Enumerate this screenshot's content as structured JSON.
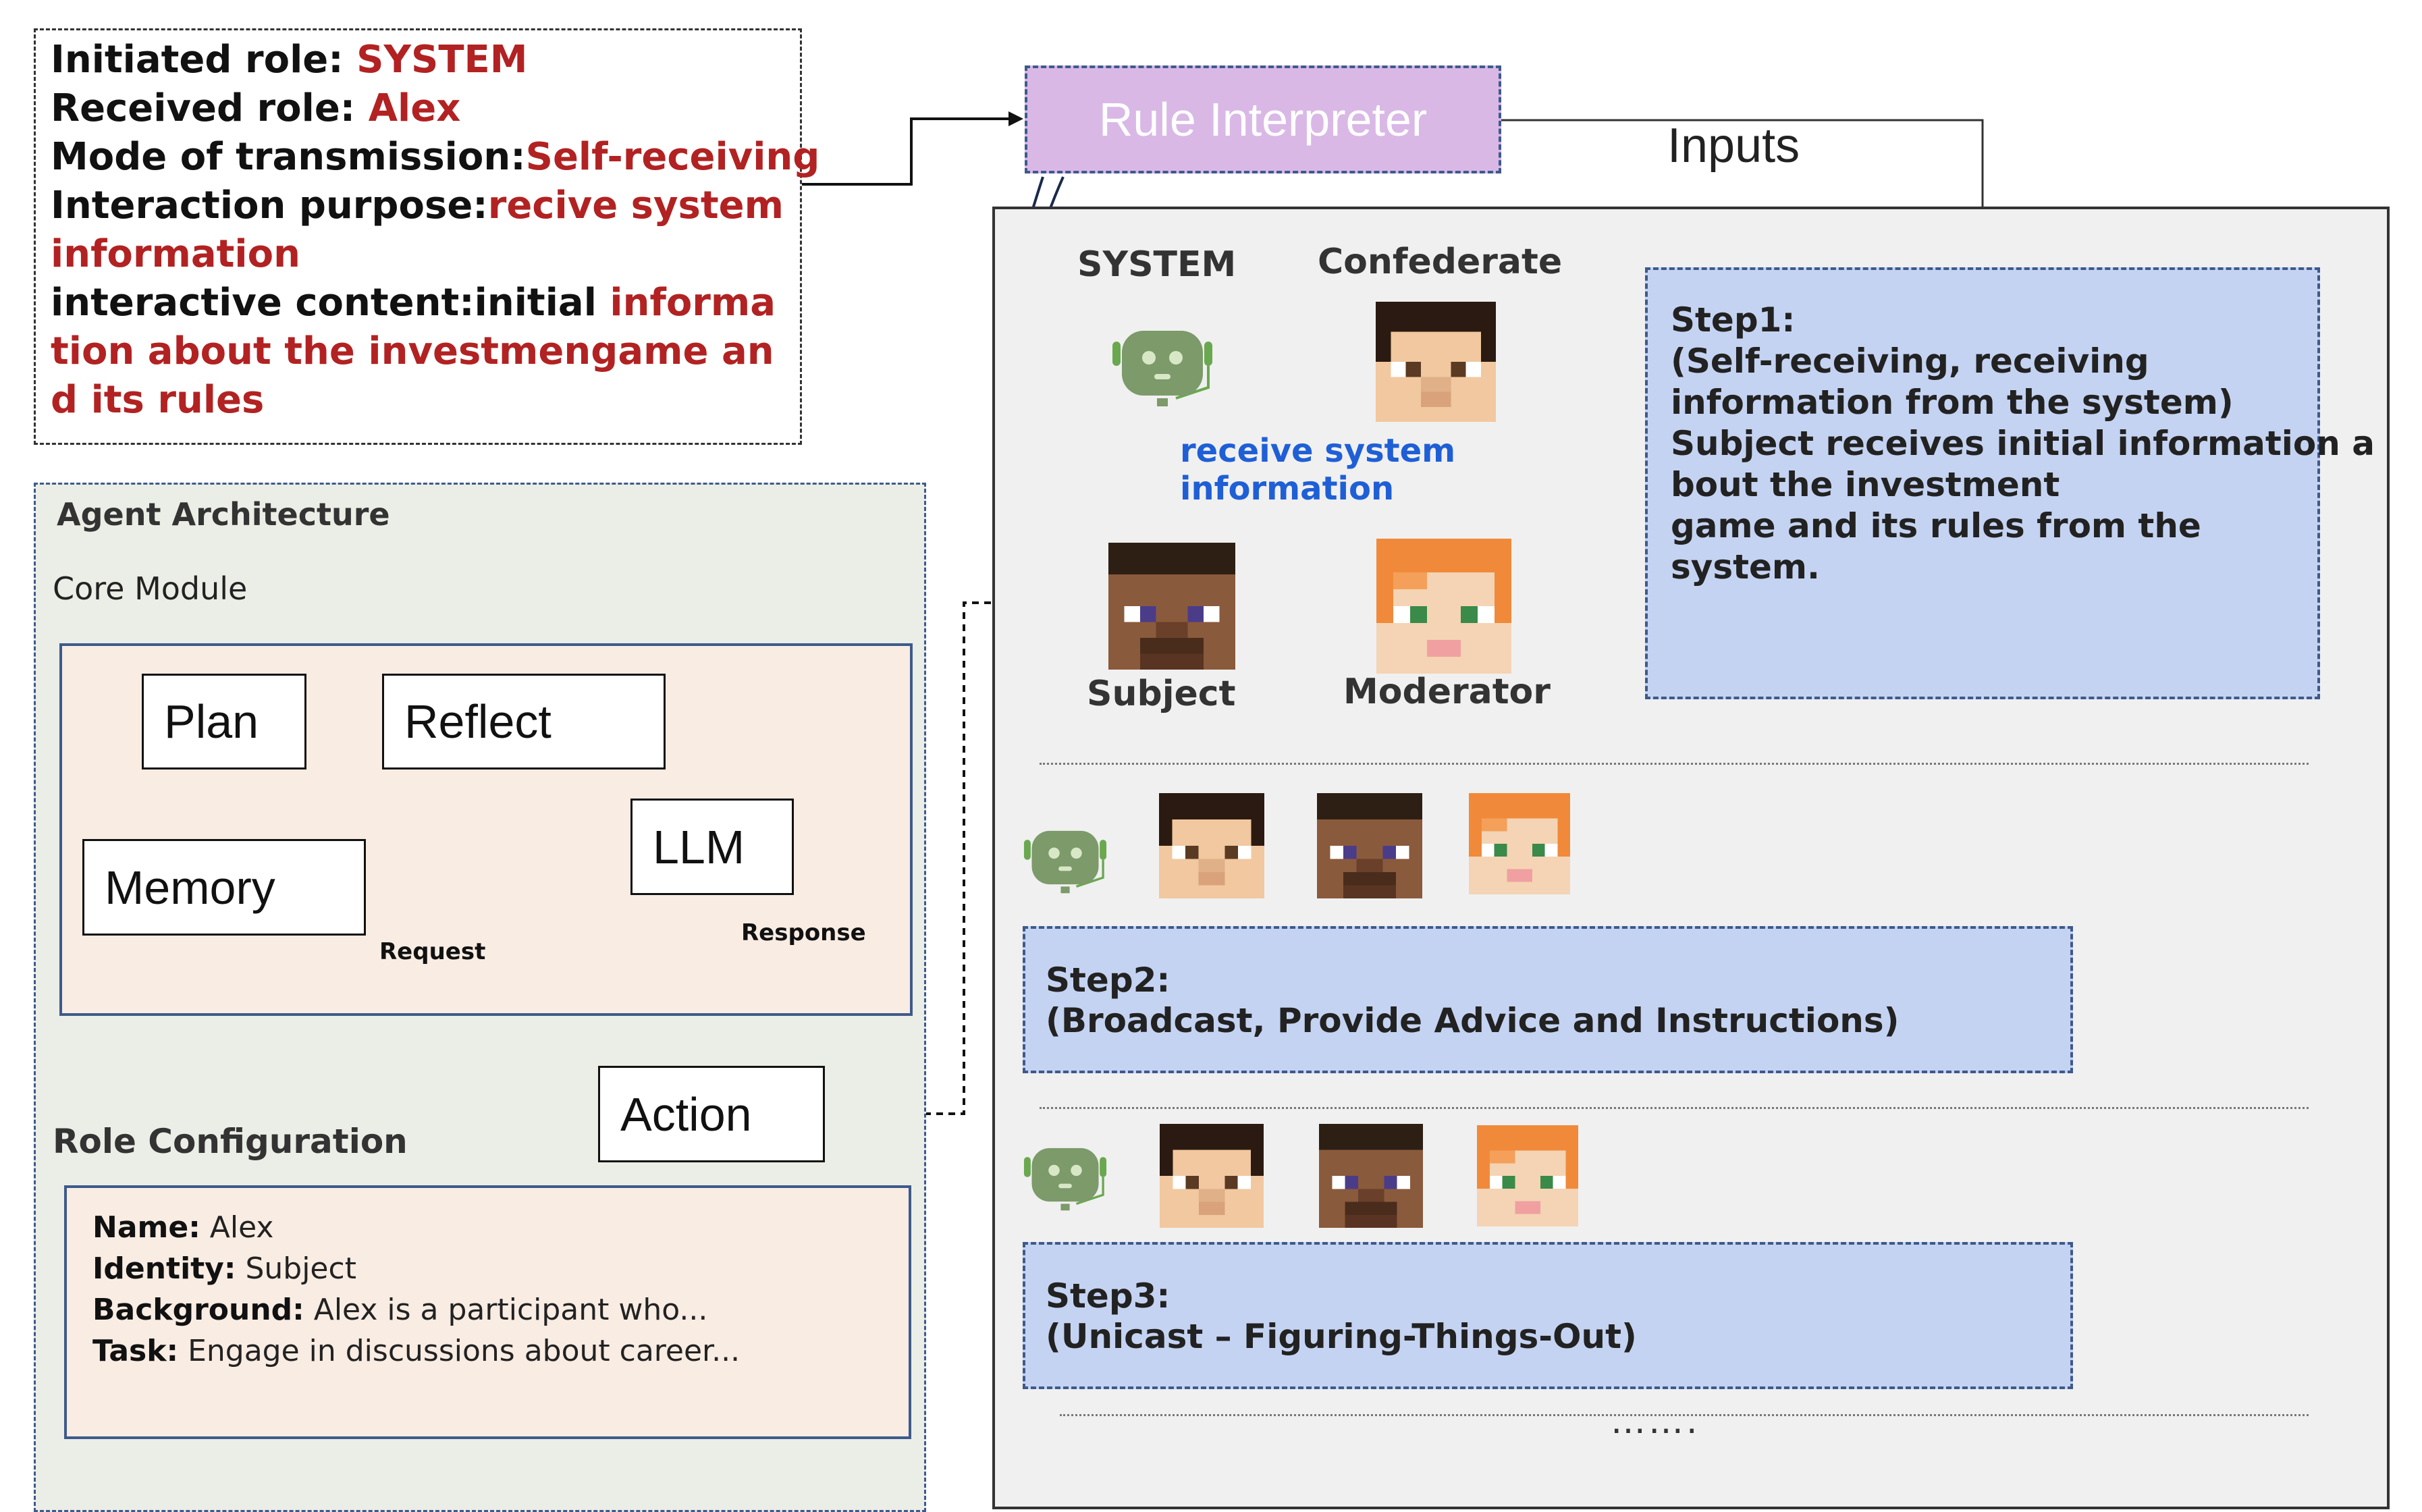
{
  "info_box": {
    "initiated_role_label": "Initiated role: ",
    "initiated_role_value": " SYSTEM",
    "received_role_label": "Received role: ",
    "received_role_value": " Alex",
    "mode_label": "Mode of transmission:",
    "mode_value": "Self-receiving",
    "purpose_label": "Interaction purpose:",
    "purpose_value": "recive system information",
    "content_label": "interactive content:initial ",
    "content_value": "information about the investmengame and its rules"
  },
  "agent_architecture": {
    "title": "Agent Architecture",
    "core_module_label": "Core Module",
    "nodes": {
      "plan": "Plan",
      "reflect": "Reflect",
      "llm": "LLM",
      "memory": "Memory",
      "action": "Action"
    },
    "request_label": "Request",
    "response_label": "Response",
    "role_configuration": {
      "title": "Role Configuration",
      "rows": [
        {
          "key": "Name:",
          "value": " Alex"
        },
        {
          "key": "Identity:",
          "value": " Subject"
        },
        {
          "key": "Background:",
          "value": " Alex is a participant who..."
        },
        {
          "key": "Task:",
          "value": " Engage in discussions about career..."
        }
      ]
    }
  },
  "rule_interpreter": {
    "label": "Rule Interpreter",
    "inputs_label": "Inputs"
  },
  "characters": {
    "system": "SYSTEM",
    "confederate": "Confederate",
    "subject": "Subject",
    "moderator": "Moderator",
    "receive_line1": "receive system",
    "receive_line2": "information"
  },
  "steps": {
    "step1": {
      "title": "Step1:",
      "line1": "(Self-receiving, receiving",
      "line2": "information from the system)",
      "line3": "Subject receives initial information a",
      "line4": "bout the investment",
      "line5": "game and its rules from the",
      "line6": "system."
    },
    "step2": {
      "title": "Step2:",
      "line1": "(Broadcast, Provide Advice and Instructions)"
    },
    "step3": {
      "title": "Step3:",
      "line1": "(Unicast – Figuring-Things-Out)"
    },
    "ellipsis": "……."
  },
  "colors": {
    "red_text": "#b22222",
    "blue_text": "#1f5fd6",
    "step_fill": "#c5d3f2",
    "rule_fill": "#d9b8e6",
    "core_fill": "#f8ece3"
  }
}
